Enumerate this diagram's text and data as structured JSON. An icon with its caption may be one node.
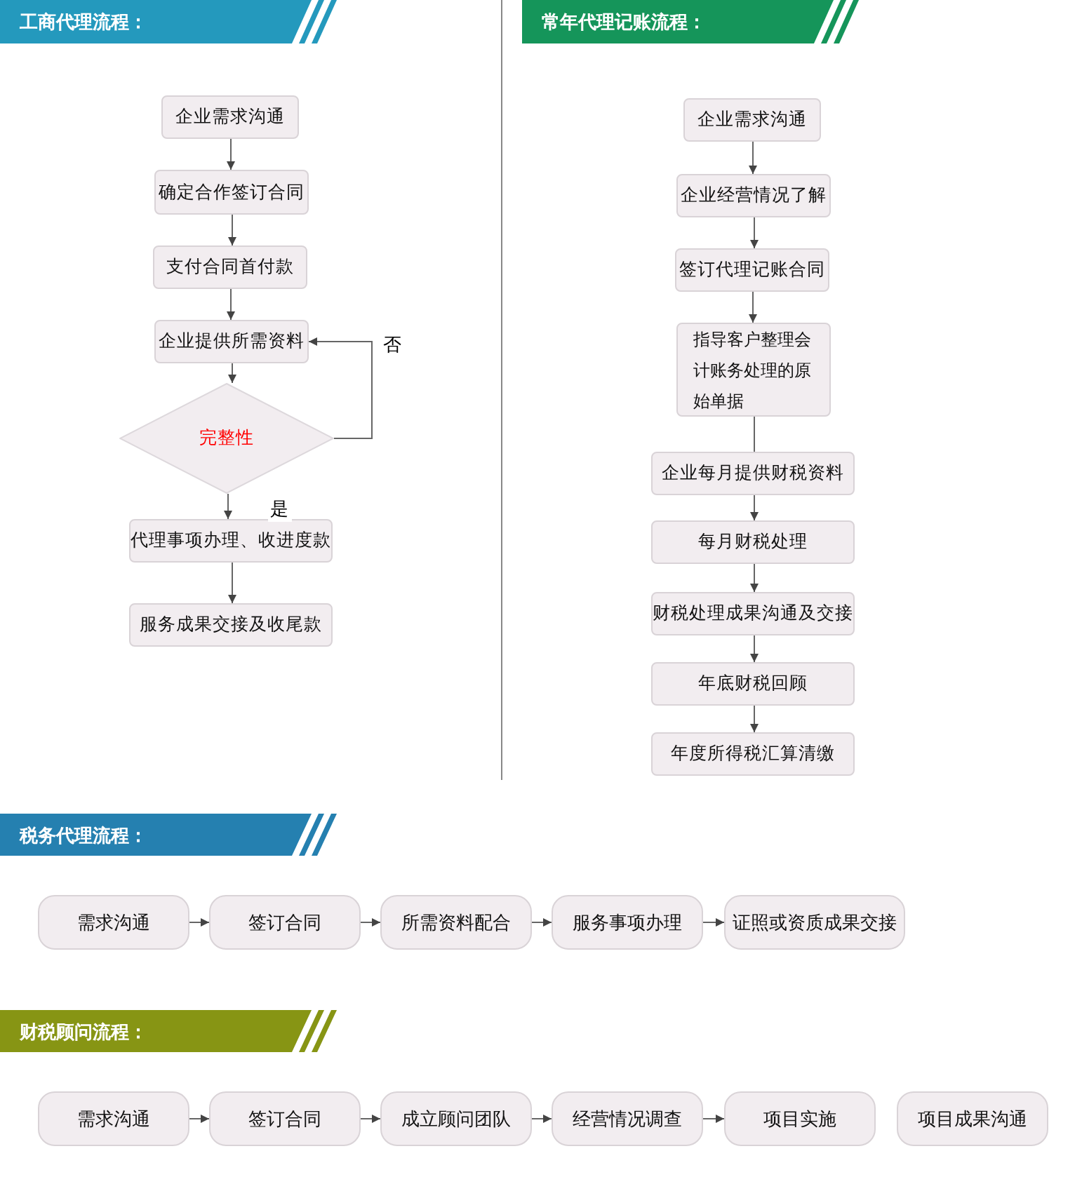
{
  "diagram": {
    "nodes": [
      {
        "text": [
          "工商代理流程："
        ]
      },
      {
        "text": [
          "企业需求沟通"
        ]
      },
      {
        "text": [
          "确定合作签订合同"
        ]
      },
      {
        "text": [
          "支付合同首付款"
        ]
      },
      {
        "text": [
          "企业提供所需资料"
        ]
      },
      {
        "text": [
          "完整性"
        ]
      },
      {
        "text": [
          "代理事项办理、收进度款"
        ]
      },
      {
        "text": [
          "服务成果交接及收尾款"
        ]
      },
      {
        "text": [
          "常年代理记账流程："
        ]
      },
      {
        "text": [
          "企业需求沟通"
        ]
      },
      {
        "text": [
          "企业经营情况了解"
        ]
      },
      {
        "text": [
          "签订代理记账合同"
        ]
      },
      {
        "text": [
          "指导客户整理会计账务处理的原始单据"
        ]
      },
      {
        "text": [
          "企业每月提供财税资料"
        ]
      },
      {
        "text": [
          "每月财税处理"
        ]
      },
      {
        "text": [
          "财税处理成果沟通及交接"
        ]
      },
      {
        "text": [
          "年底财税回顾"
        ]
      },
      {
        "text": [
          "年度所得税汇算清缴"
        ]
      },
      {
        "text": [
          "税务代理流程："
        ]
      },
      {
        "text": [
          "需求沟通"
        ]
      },
      {
        "text": [
          "签订合同"
        ]
      },
      {
        "text": [
          "所需资料配合"
        ]
      },
      {
        "text": [
          "服务事项办理"
        ]
      },
      {
        "text": [
          "证照或资质成果交接"
        ]
      },
      {
        "text": [
          "财税顾问流程："
        ]
      },
      {
        "text": [
          "需求沟通"
        ]
      },
      {
        "text": [
          "签订合同"
        ]
      },
      {
        "text": [
          "成立顾问团队"
        ]
      },
      {
        "text": [
          "经营情况调查"
        ]
      },
      {
        "text": [
          "项目实施"
        ]
      },
      {
        "text": [
          "项目成果沟通"
        ]
      }
    ],
    "edges": [
      {
        "from": 1,
        "to": 2,
        "arrow": "to"
      },
      {
        "from": 2,
        "to": 3,
        "arrow": "to"
      },
      {
        "from": 3,
        "to": 4,
        "arrow": "to"
      },
      {
        "from": 4,
        "to": 5,
        "arrow": "to"
      },
      {
        "from": 5,
        "to": 4,
        "arrow": "to",
        "label": "否"
      },
      {
        "from": 5,
        "to": 6,
        "arrow": "to",
        "label": "是"
      },
      {
        "from": 6,
        "to": 7,
        "arrow": "to"
      },
      {
        "from": 9,
        "to": 10,
        "arrow": "to"
      },
      {
        "from": 10,
        "to": 11,
        "arrow": "to"
      },
      {
        "from": 11,
        "to": 12,
        "arrow": "to"
      },
      {
        "from": 12,
        "to": 13,
        "arrow": "none"
      },
      {
        "from": 13,
        "to": 14,
        "arrow": "to"
      },
      {
        "from": 14,
        "to": 15,
        "arrow": "to"
      },
      {
        "from": 15,
        "to": 16,
        "arrow": "to"
      },
      {
        "from": 16,
        "to": 17,
        "arrow": "to"
      },
      {
        "from": 19,
        "to": 20,
        "arrow": "to"
      },
      {
        "from": 20,
        "to": 21,
        "arrow": "to"
      },
      {
        "from": 21,
        "to": 22,
        "arrow": "to"
      },
      {
        "from": 22,
        "to": 23,
        "arrow": "to"
      },
      {
        "from": 25,
        "to": 26,
        "arrow": "to"
      },
      {
        "from": 26,
        "to": 27,
        "arrow": "to"
      },
      {
        "from": 27,
        "to": 28,
        "arrow": "to"
      },
      {
        "from": 28,
        "to": 29,
        "arrow": "to"
      }
    ]
  }
}
